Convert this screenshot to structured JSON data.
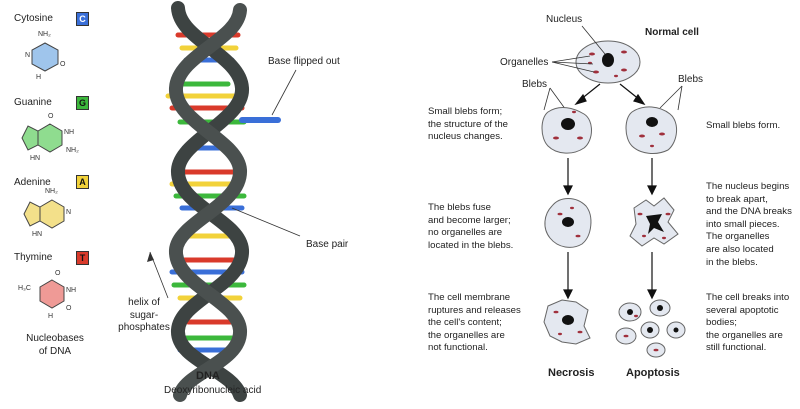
{
  "nucleobases": {
    "items": [
      {
        "name": "Cytosine",
        "letter": "C",
        "color": "#3a6fd8",
        "mol_color": "#9fc5ec"
      },
      {
        "name": "Guanine",
        "letter": "G",
        "color": "#3cb83c",
        "mol_color": "#8fdc8f"
      },
      {
        "name": "Adenine",
        "letter": "A",
        "color": "#f2d23a",
        "mol_color": "#f3e08a"
      },
      {
        "name": "Thymine",
        "letter": "T",
        "color": "#d93a2b",
        "mol_color": "#ef9a96"
      }
    ],
    "caption": "Nucleobases\nof DNA"
  },
  "dna": {
    "title": "DNA",
    "subtitle": "Deoxyribonucleic acid",
    "callouts": {
      "flipped": "Base flipped out",
      "pair": "Base pair",
      "helix": "helix of\nsugar-phosphates"
    },
    "backbone_color": "#3d4342"
  },
  "cell_death": {
    "nucleus_label": "Nucleus",
    "organelles_label": "Organelles",
    "blebs_left": "Blebs",
    "blebs_right": "Blebs",
    "normal_cell": "Normal cell",
    "necrosis_steps": [
      "Small blebs form;\nthe structure of the\nnucleus changes.",
      "The blebs fuse\nand become larger;\nno organelles are\nlocated in the blebs.",
      "The cell membrane\nruptures and releases\nthe cell's content;\nthe organelles are\nnot functional."
    ],
    "apoptosis_steps": [
      "Small blebs form.",
      "The nucleus begins\nto break apart,\nand the DNA breaks\ninto small pieces.\nThe organelles\nare also located\nin the blebs.",
      "The cell breaks into\nseveral apoptotic\nbodies;\nthe organelles are\nstill functional."
    ],
    "necrosis_label": "Necrosis",
    "apoptosis_label": "Apoptosis"
  }
}
